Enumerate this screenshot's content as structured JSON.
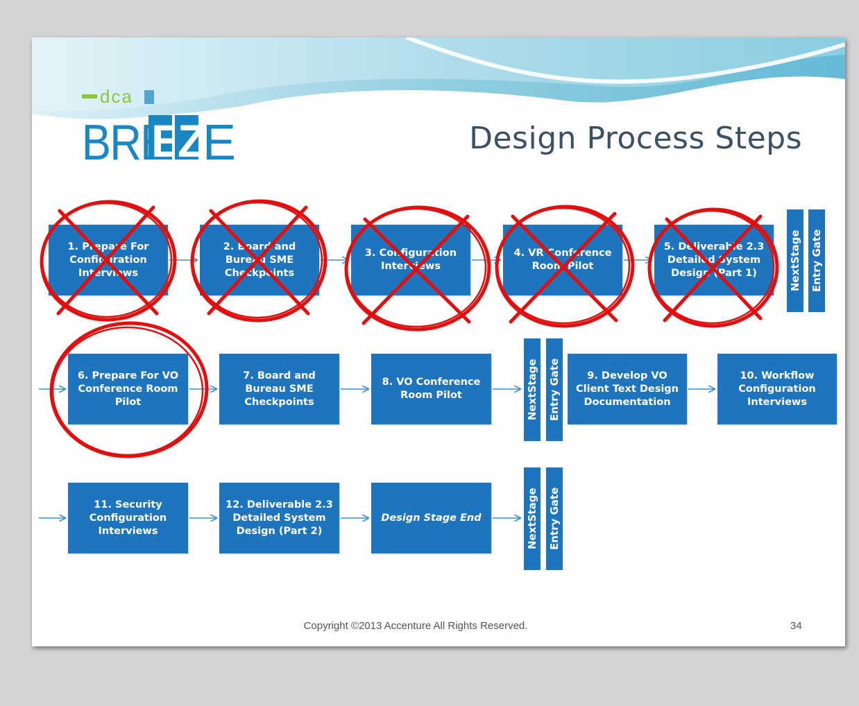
{
  "slide": {
    "title": "Design Process Steps",
    "logo": {
      "small": "dca",
      "word": "BREEZE"
    },
    "copyright": "Copyright ©2013  Accenture All Rights  Reserved.",
    "page_number": "34"
  },
  "gate_labels": {
    "stage": "NextStage",
    "entry": "Entry Gate"
  },
  "rows": [
    {
      "steps": [
        {
          "label": "1. Prepare For Configuration Interviews",
          "status": "crossed"
        },
        {
          "label": "2. Board and Bureau SME Checkpoints",
          "status": "crossed"
        },
        {
          "label": "3. Configuration Interviews",
          "status": "crossed"
        },
        {
          "label": "4. VR Conference Room Pilot",
          "status": "crossed"
        },
        {
          "label": "5. Deliverable 2.3 Detailed System Design (Part 1)",
          "status": "crossed"
        }
      ]
    },
    {
      "steps": [
        {
          "label": "6. Prepare For VO Conference Room Pilot",
          "status": "circled"
        },
        {
          "label": "7. Board and Bureau SME Checkpoints",
          "status": "none"
        },
        {
          "label": "8. VO Conference Room Pilot",
          "status": "none"
        },
        {
          "label": "9. Develop VO Client Text Design Documentation",
          "status": "none"
        },
        {
          "label": "10. Workflow Configuration Interviews",
          "status": "none"
        }
      ]
    },
    {
      "steps": [
        {
          "label": "11. Security Configuration Interviews",
          "status": "none"
        },
        {
          "label": "12. Deliverable 2.3 Detailed System Design (Part 2)",
          "status": "none"
        },
        {
          "label": "Design Stage End",
          "status": "none"
        }
      ]
    }
  ],
  "colors": {
    "box": "#1f75bd",
    "arrow": "#3b8ed0",
    "mark": "#e01010",
    "title": "#3b5064"
  }
}
